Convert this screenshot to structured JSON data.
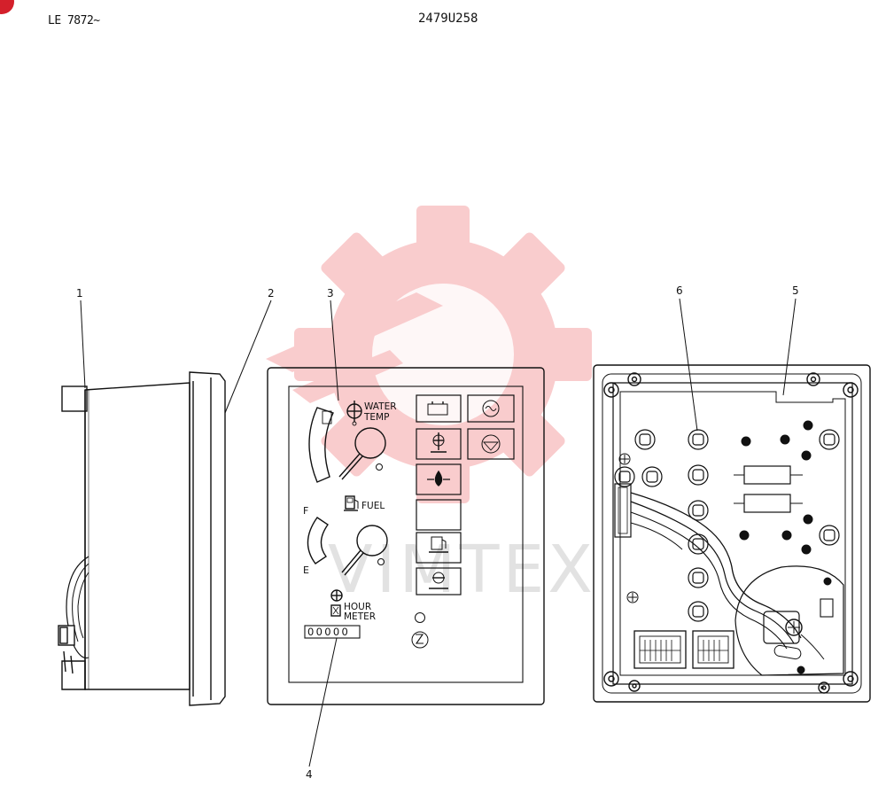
{
  "header": {
    "left": "LE 7872~",
    "center": "2479U258"
  },
  "watermark": {
    "text": "VIMTEX",
    "color": "#f5a3a6"
  },
  "callouts": [
    "1",
    "2",
    "3",
    "4",
    "5",
    "6"
  ],
  "panel": {
    "water_label": [
      "WATER",
      "TEMP"
    ],
    "fuel_label": "FUEL",
    "fuel_full": "F",
    "fuel_empty": "E",
    "hour_label": [
      "HOUR",
      "METER"
    ],
    "hour_digits": "00000"
  },
  "colors": {
    "ink": "#111111",
    "corner_badge": "#d4202b"
  }
}
